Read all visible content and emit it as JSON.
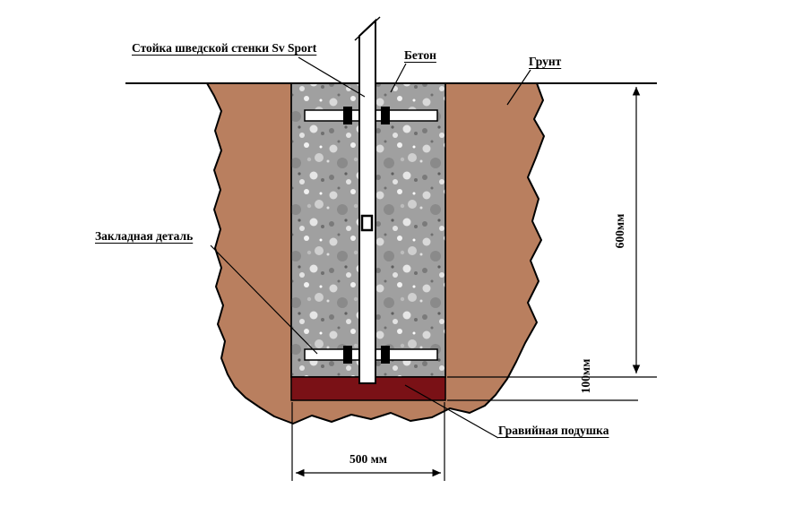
{
  "page": {
    "background": "#ffffff"
  },
  "diagram": {
    "labels": {
      "post": "Стойка шведской стенки Sv Sport",
      "concrete": "Бетон",
      "soil": "Грунт",
      "embedded_part": "Закладная деталь",
      "gravel_cushion": "Гравийная подушка"
    },
    "dimensions": {
      "depth": "600мм",
      "gravel_thickness": "100мм",
      "pit_width": "500 мм"
    },
    "colors": {
      "soil": "#b97f5f",
      "concrete": "#a0a0a0",
      "gravel": "#7a1116",
      "outline": "#000000"
    }
  }
}
